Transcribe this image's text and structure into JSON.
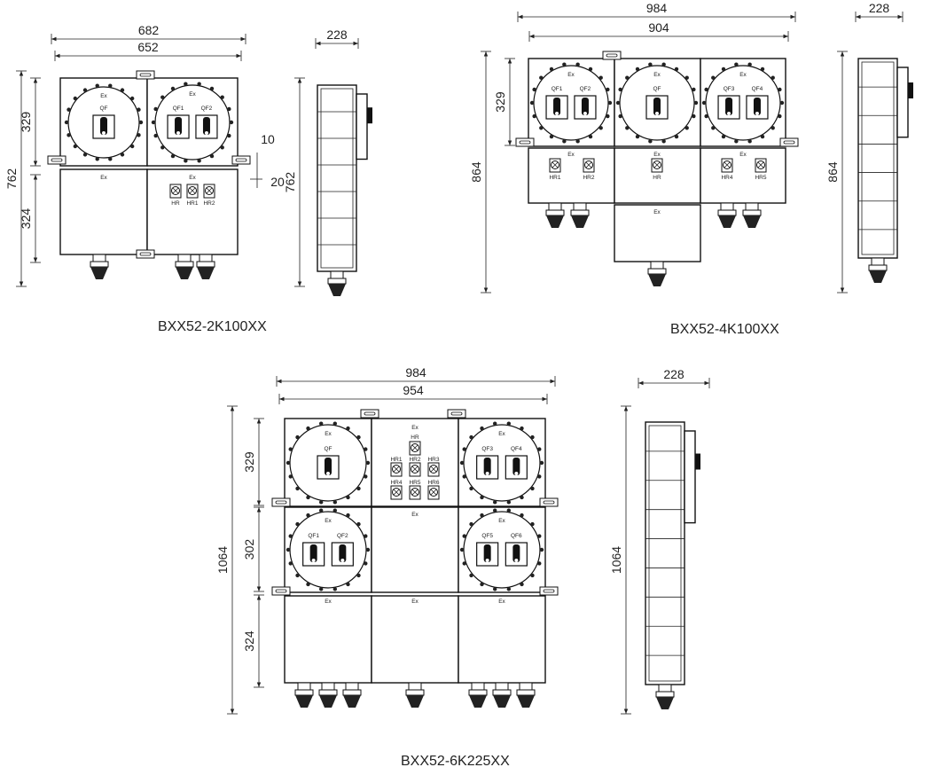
{
  "models": [
    {
      "title": "BXX52-2K100XX",
      "front": {
        "width_outer": "682",
        "width_inner": "652",
        "height_total": "762",
        "height_top": "329",
        "height_bottom": "324",
        "detail_a": "10",
        "detail_b": "20",
        "top_left": {
          "ex": "Ex",
          "switches": [
            "QF"
          ]
        },
        "top_right": {
          "ex": "Ex",
          "switches": [
            "QF1",
            "QF2"
          ]
        },
        "bottom_left": {
          "ex": "Ex"
        },
        "bottom_right": {
          "ex": "Ex",
          "lamps": [
            "HR",
            "HR1",
            "HR2"
          ]
        }
      },
      "side": {
        "depth": "228",
        "height": "762"
      }
    },
    {
      "title": "BXX52-4K100XX",
      "front": {
        "width_outer": "984",
        "width_inner": "904",
        "height_total": "864",
        "height_top": "329",
        "top_left": {
          "ex": "Ex",
          "switches": [
            "QF1",
            "QF2"
          ]
        },
        "top_middle": {
          "ex": "Ex",
          "switches": [
            "QF"
          ]
        },
        "top_right": {
          "ex": "Ex",
          "switches": [
            "QF3",
            "QF4"
          ]
        },
        "mid_left": {
          "ex": "Ex",
          "lamps": [
            "HR1",
            "HR2"
          ]
        },
        "mid_middle": {
          "ex": "Ex",
          "lamps": [
            "HR"
          ]
        },
        "mid_right": {
          "ex": "Ex",
          "lamps": [
            "HR4",
            "HR5"
          ]
        },
        "bottom_middle": {
          "ex": "Ex"
        }
      },
      "side": {
        "depth": "228",
        "height": "864"
      }
    },
    {
      "title": "BXX52-6K225XX",
      "front": {
        "width_outer": "984",
        "width_inner": "954",
        "height_total": "1064",
        "height_top": "329",
        "height_mid": "302",
        "height_bottom": "324",
        "top_left": {
          "ex": "Ex",
          "switches": [
            "QF"
          ]
        },
        "top_middle": {
          "ex": "Ex",
          "lamps": [
            "HR",
            "HR1",
            "HR2",
            "HR3",
            "HR4",
            "HR5",
            "HR6"
          ]
        },
        "top_right": {
          "ex": "Ex",
          "switches": [
            "QF3",
            "QF4"
          ]
        },
        "mid_left": {
          "ex": "Ex",
          "switches": [
            "QF1",
            "QF2"
          ]
        },
        "mid_middle": {
          "ex": "Ex"
        },
        "mid_right": {
          "ex": "Ex",
          "switches": [
            "QF5",
            "QF6"
          ]
        },
        "bottom_left": {
          "ex": "Ex"
        },
        "bottom_middle": {
          "ex": "Ex"
        },
        "bottom_right": {
          "ex": "Ex"
        }
      },
      "side": {
        "depth": "228",
        "height": "1064"
      }
    }
  ]
}
